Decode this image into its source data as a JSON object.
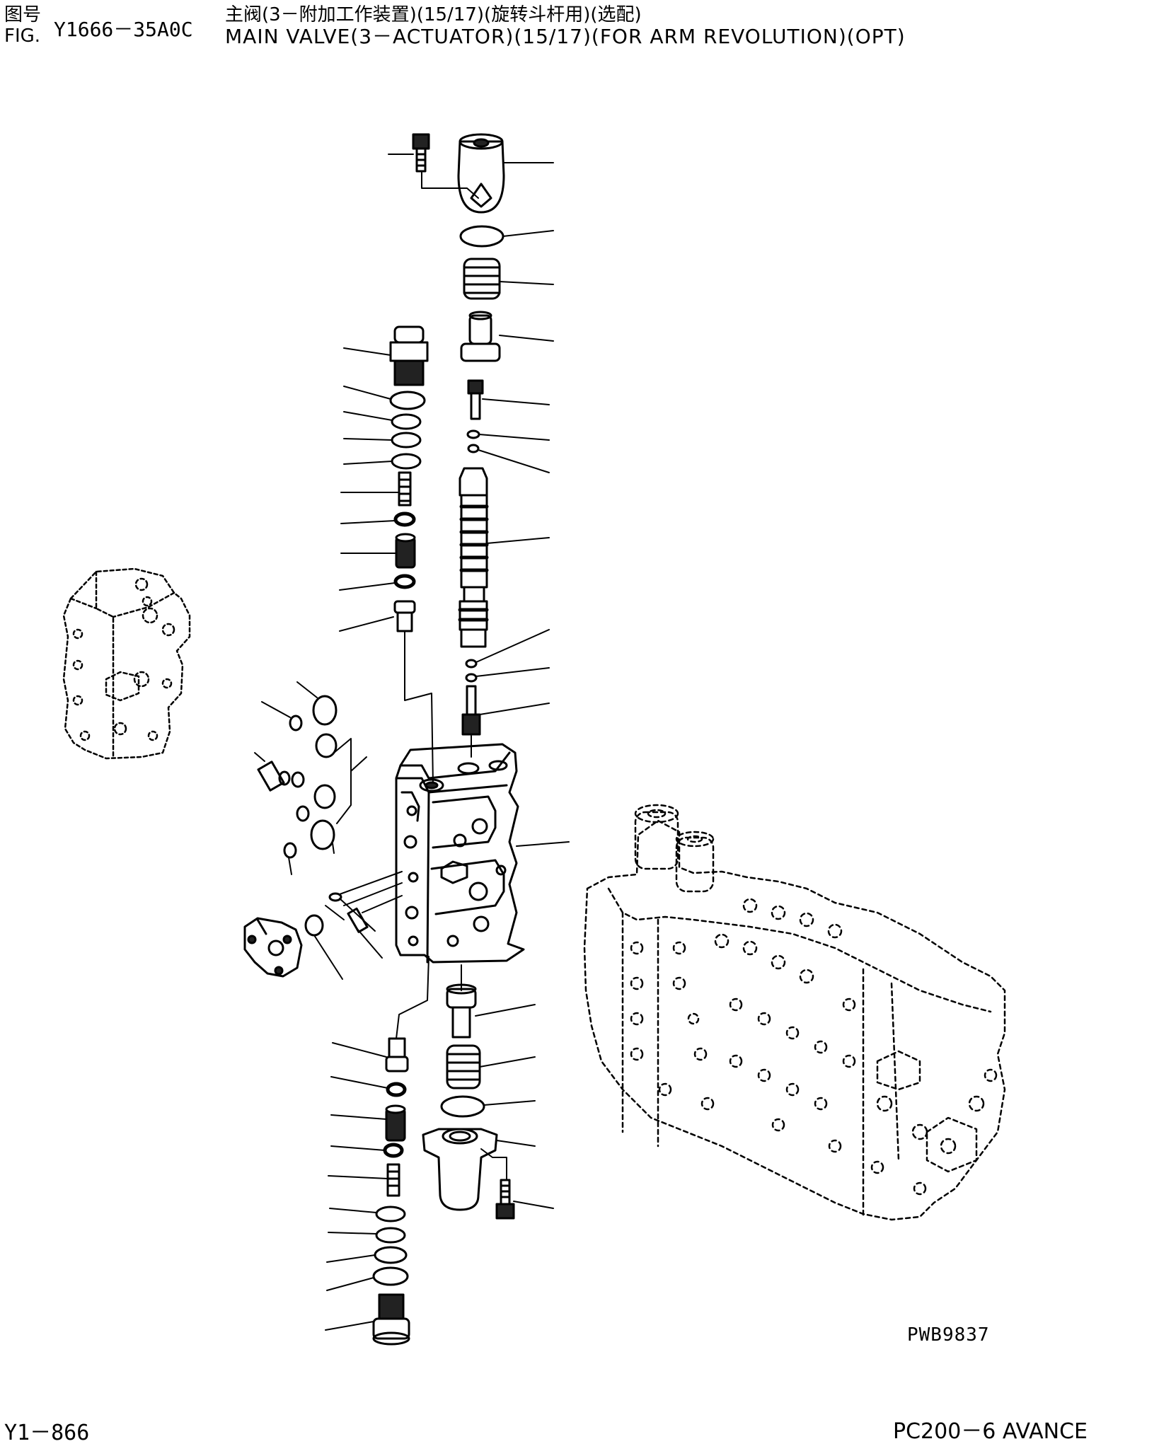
{
  "header": {
    "fig_label_cn": "图号",
    "fig_label_en": "FIG.",
    "fig_code": "Y1666－35A0C",
    "title_cn": "主阀(3－附加工作装置)(15/17)(旋转斗杆用)(选配)",
    "title_en": "MAIN VALVE(3－ACTUATOR)(15/17)(FOR ARM REVOLUTION)(OPT)"
  },
  "drawing_number": "PWB9837",
  "footer": {
    "page_number": "Y1－866",
    "model": "PC200－6 AVANCE"
  }
}
